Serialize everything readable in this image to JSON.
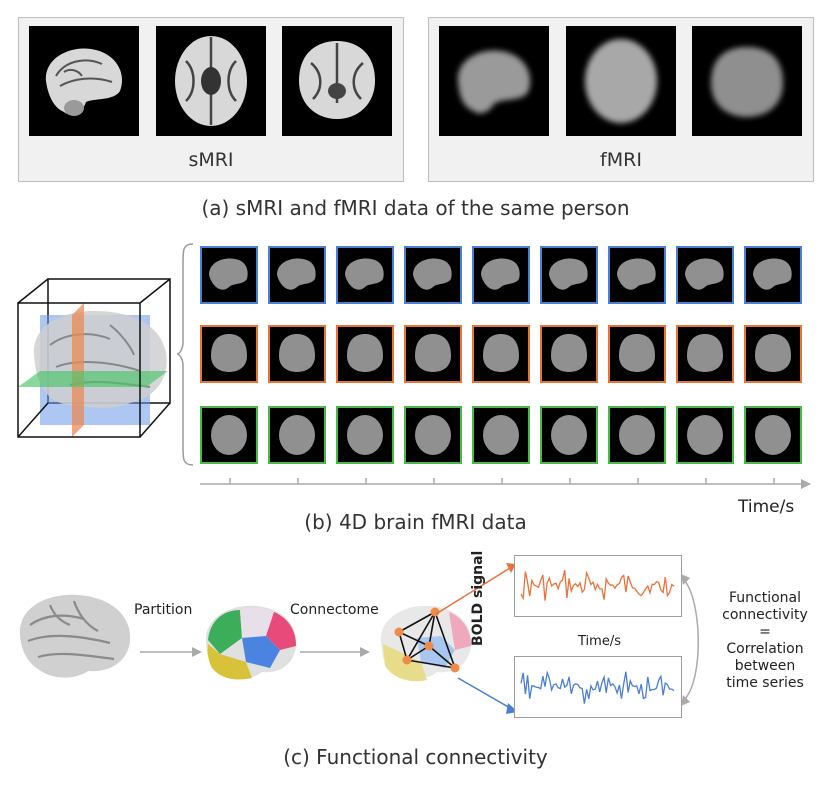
{
  "panel_a": {
    "smri_label": "sMRI",
    "fmri_label": "fMRI",
    "caption": "(a) sMRI and fMRI data of the same person"
  },
  "panel_b": {
    "time_label": "Time/s",
    "caption": "(b) 4D brain fMRI data",
    "row_colors": [
      "#4a7fd4",
      "#e8733a",
      "#4cb84c"
    ],
    "columns": 9
  },
  "panel_c": {
    "partition_label": "Partition",
    "connectome_label": "Connectome",
    "bold_label": "BOLD signal",
    "time_label": "Time/s",
    "fc_lines": [
      "Functional",
      "connectivity",
      "=",
      "Correlation",
      "between",
      "time series"
    ],
    "caption": "(c) Functional connectivity",
    "signal_colors": [
      "#e8733a",
      "#4a7fd4"
    ]
  }
}
